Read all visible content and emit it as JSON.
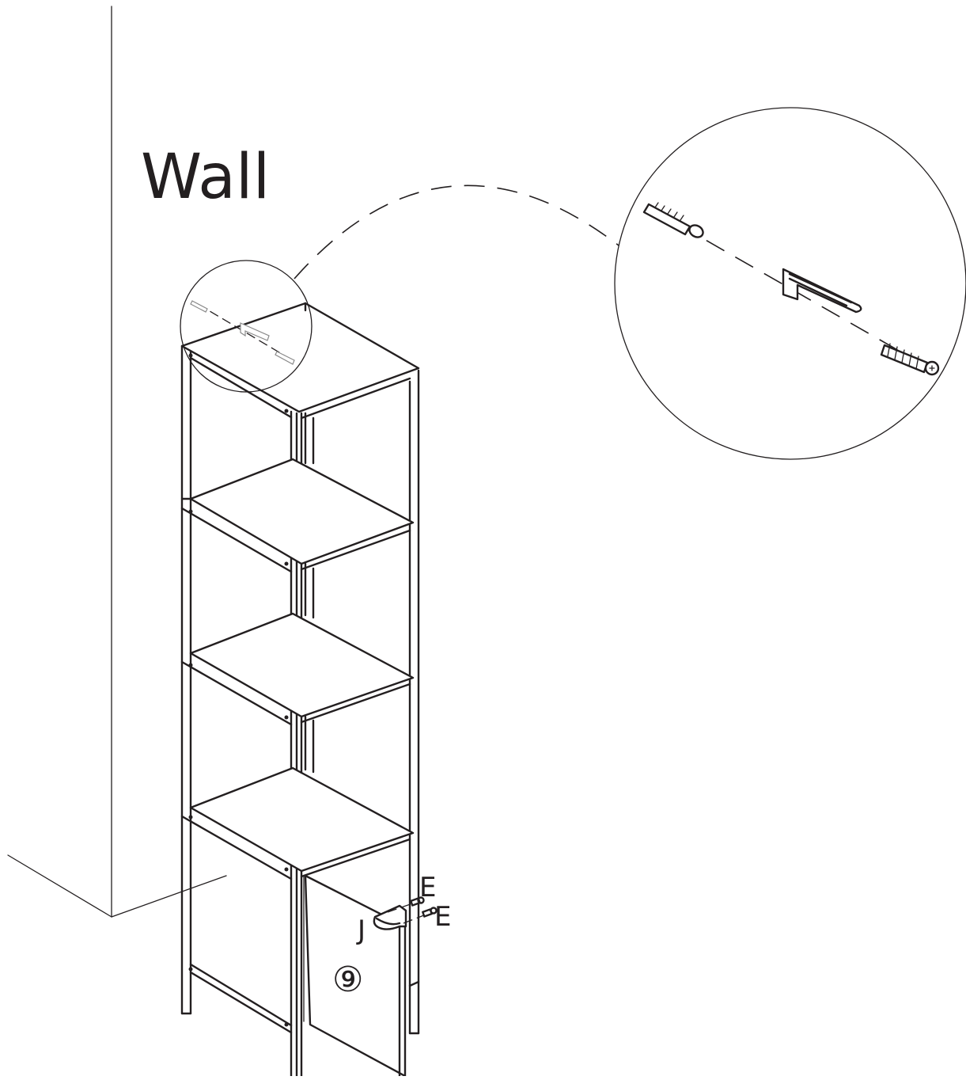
{
  "labels": {
    "wall": "Wall",
    "part_j": "J",
    "part_e_upper": "E",
    "part_e_lower": "E",
    "step_number": "⑨"
  },
  "colors": {
    "line": "#231f20",
    "background": "#ffffff"
  }
}
